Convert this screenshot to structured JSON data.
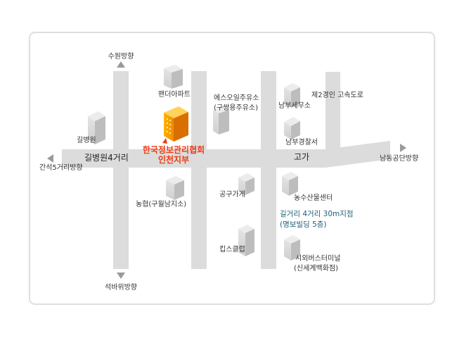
{
  "directions": {
    "north": "수원방향",
    "south": "석바위방향",
    "west": "간석5거리방향",
    "east": "남동공단방향"
  },
  "roads": {
    "intersection": "길병원4거리",
    "overpass": "고가",
    "expressway": "제2경인  고속도로"
  },
  "landmarks": {
    "panther_apt": "팬더아파트",
    "gil_hospital": "길병원",
    "nonghyup": "농협(구월남지소)",
    "s_oil": [
      "에스오일주유소",
      "(구쌍용주유소)"
    ],
    "nambu_tax": "남부세무소",
    "nambu_police": "남부경찰서",
    "gonggu": "공구가게",
    "kids": "킵스클럽",
    "agri_center": "농수산물센터",
    "bus_terminal": [
      "시외버스터미널",
      "(신세계백화점)"
    ]
  },
  "target": {
    "name": [
      "한국정보관리협회",
      "인천지부"
    ],
    "address": [
      "길거리  4거리  30m지점",
      "(명보빌딩  5층)"
    ]
  },
  "colors": {
    "road": "#dcdcdc",
    "arrow": "#9a9a9a",
    "target_text": "#ee3a12",
    "address_text": "#1d5f76",
    "building_front": "#d9d9d9",
    "building_side": "#b9b9b9",
    "target_building": "#f5a100"
  }
}
